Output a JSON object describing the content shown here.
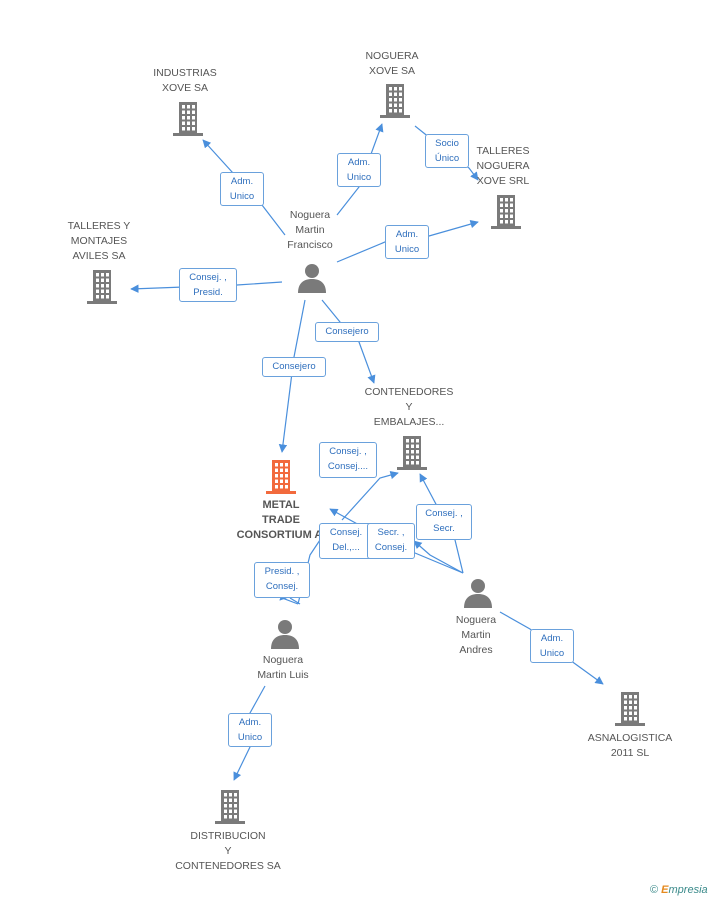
{
  "nodes": {
    "industrias_xove": {
      "label": "INDUSTRIAS\nXOVE SA"
    },
    "noguera_xove": {
      "label": "NOGUERA\nXOVE SA"
    },
    "talleres_noguera": {
      "label": "TALLERES\nNOGUERA\nXOVE SRL"
    },
    "talleres_montajes": {
      "label": "TALLERES Y\nMONTAJES\nAVILES SA"
    },
    "contenedores_embalajes": {
      "label": "CONTENEDORES\nY\nEMBALAJES..."
    },
    "metal_trade": {
      "label": "METAL\nTRADE\nCONSORTIUM AI"
    },
    "asnalogistica": {
      "label": "ASNALOGISTICA\n2011 SL"
    },
    "distribucion": {
      "label": "DISTRIBUCION\nY\nCONTENEDORES SA"
    },
    "noguera_francisco": {
      "label": "Noguera\nMartin\nFrancisco"
    },
    "noguera_andres": {
      "label": "Noguera\nMartin\nAndres"
    },
    "noguera_luis": {
      "label": "Noguera\nMartin Luis"
    }
  },
  "relations": {
    "r_ind": "Adm.\nUnico",
    "r_nog": "Adm.\nUnico",
    "r_socio": "Socio\nÚnico",
    "r_tall": "Adm.\nUnico",
    "r_montajes": "Consej. ,\nPresid.",
    "r_consejero_cont": "Consejero",
    "r_consejero_metal": "Consejero",
    "r_luis_cont": "Consej. ,\nConsej....",
    "r_andres_metal": "Consej.\nDel.,...",
    "r_andres_cont2": "Secr. ,\nConsej.",
    "r_andres_cont": "Consej. ,\nSecr.",
    "r_luis_metal": "Presid. ,\nConsej.",
    "r_asna": "Adm.\nUnico",
    "r_dist": "Adm.\nUnico"
  },
  "colors": {
    "edge": "#4a8fdc",
    "company_icon": "#7a7a7a",
    "main_company_icon": "#f26a3d",
    "person_icon": "#7a7a7a"
  },
  "footer": {
    "copyright": "©",
    "brand_letter": "E",
    "brand_rest": "mpresia"
  }
}
